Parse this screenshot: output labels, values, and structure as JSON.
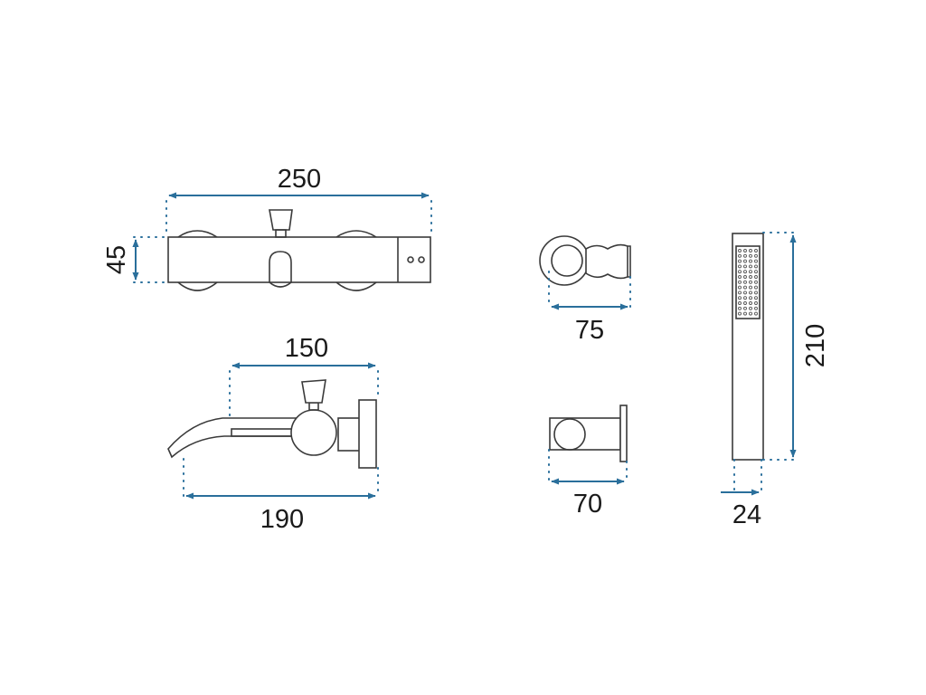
{
  "dimensions": {
    "top_width": "250",
    "top_height": "45",
    "side_spout_width": "150",
    "side_total_width": "190",
    "holder_width": "75",
    "bracket_width": "70",
    "handshower_length": "210",
    "handshower_width": "24"
  },
  "colors": {
    "dimension_line": "#2a6f9b",
    "outline": "#3a3a3a",
    "text": "#1a1a1a"
  }
}
